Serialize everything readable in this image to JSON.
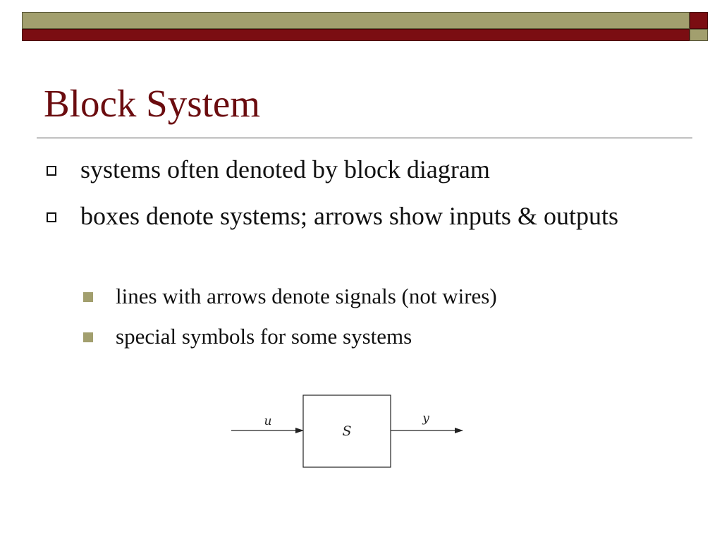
{
  "slide": {
    "title": "Block System",
    "bullets": [
      {
        "level": 1,
        "text": "systems often denoted by block diagram"
      },
      {
        "level": 1,
        "text": "boxes denote systems; arrows show inputs & outputs"
      },
      {
        "level": 2,
        "text": "lines with arrows denote signals (not wires)"
      },
      {
        "level": 2,
        "text": "special symbols for some systems"
      }
    ]
  },
  "diagram": {
    "input_label": "u",
    "block_label": "S",
    "output_label": "y"
  },
  "colors": {
    "title": "#6b0c0f",
    "bar_olive": "#a29f6e",
    "bar_maroon": "#7b0d12"
  }
}
